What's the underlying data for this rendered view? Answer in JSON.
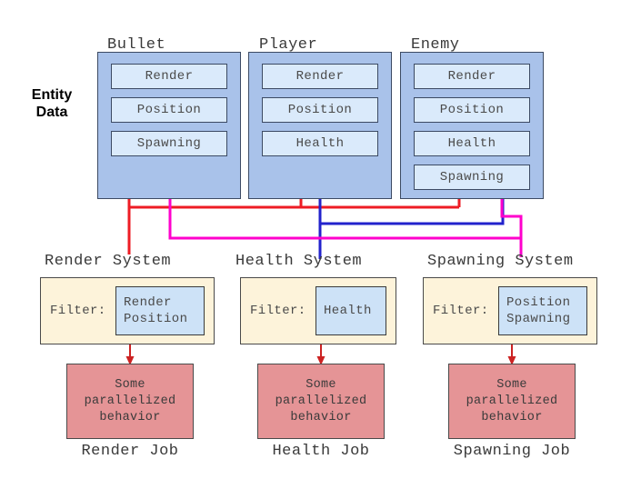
{
  "diagram": {
    "entity_section_label": "Entity\nData",
    "entity_label_line1": "Entity",
    "entity_label_line2": "Data",
    "entities": [
      {
        "name": "Bullet",
        "components": [
          "Render",
          "Position",
          "Spawning"
        ]
      },
      {
        "name": "Player",
        "components": [
          "Render",
          "Position",
          "Health"
        ]
      },
      {
        "name": "Enemy",
        "components": [
          "Render",
          "Position",
          "Health",
          "Spawning"
        ]
      }
    ],
    "systems": [
      {
        "name": "Render System",
        "filter_label": "Filter:",
        "filter_components": [
          "Render",
          "Position"
        ]
      },
      {
        "name": "Health System",
        "filter_label": "Filter:",
        "filter_components": [
          "Health"
        ]
      },
      {
        "name": "Spawning System",
        "filter_label": "Filter:",
        "filter_components": [
          "Position",
          "Spawning"
        ]
      }
    ],
    "jobs": [
      {
        "title": "Render Job",
        "body_line1": "Some",
        "body_line2": "parallelized",
        "body_line3": "behavior"
      },
      {
        "title": "Health Job",
        "body_line1": "Some",
        "body_line2": "parallelized",
        "body_line3": "behavior"
      },
      {
        "title": "Spawning Job",
        "body_line1": "Some",
        "body_line2": "parallelized",
        "body_line3": "behavior"
      }
    ],
    "colors": {
      "entity_box": "#a9c2ea",
      "component_box": "#daeafb",
      "system_box": "#fdf3da",
      "filter_box": "#cde2f7",
      "job_box": "#e59496",
      "wire_render": "#ee1c24",
      "wire_health": "#2222cc",
      "wire_spawning": "#ff00cc",
      "arrow": "#cc2222",
      "background": "#ffffff"
    },
    "wires": [
      {
        "from": "Bullet",
        "to": "Render System",
        "color": "#ee1c24"
      },
      {
        "from": "Player",
        "to": "Render System",
        "color": "#ee1c24"
      },
      {
        "from": "Enemy",
        "to": "Render System",
        "color": "#ee1c24"
      },
      {
        "from": "Player",
        "to": "Health System",
        "color": "#2222cc"
      },
      {
        "from": "Enemy",
        "to": "Health System",
        "color": "#2222cc"
      },
      {
        "from": "Bullet",
        "to": "Spawning System",
        "color": "#ff00cc"
      },
      {
        "from": "Enemy",
        "to": "Spawning System",
        "color": "#ff00cc"
      }
    ]
  }
}
